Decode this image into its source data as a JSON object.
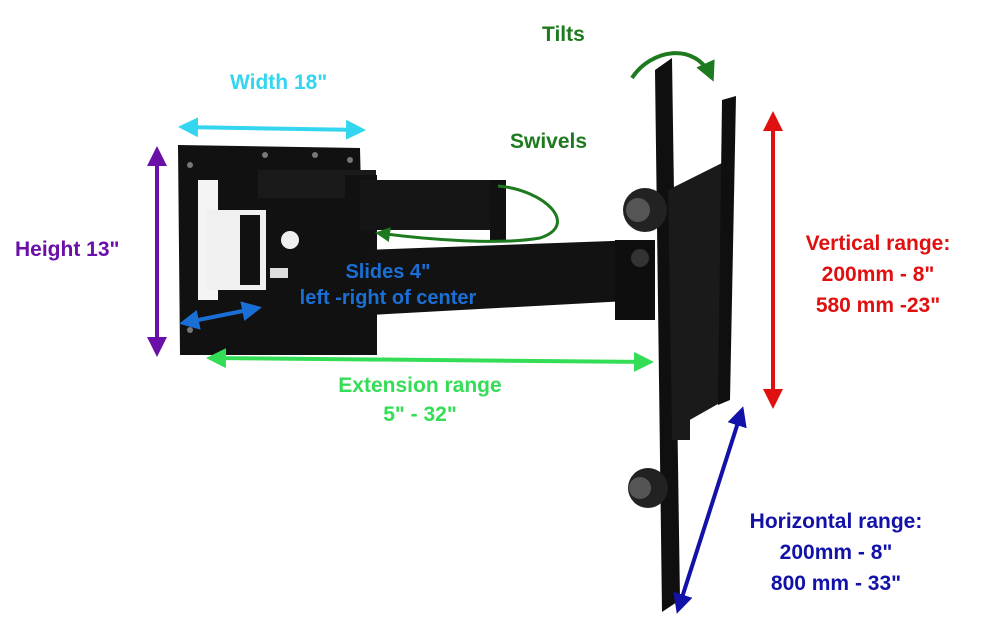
{
  "labels": {
    "width": "Width 18\"",
    "height": "Height 13\"",
    "tilts": "Tilts",
    "swivels": "Swivels",
    "slides_line1": "Slides 4\"",
    "slides_line2": "left -right of center",
    "extension_line1": "Extension range",
    "extension_line2": "5\" - 32\"",
    "vertical_line1": "Vertical range:",
    "vertical_line2": "200mm - 8\"",
    "vertical_line3": "580 mm -23\"",
    "horizontal_line1": "Horizontal range:",
    "horizontal_line2": "200mm - 8\"",
    "horizontal_line3": "800 mm - 33\""
  },
  "colors": {
    "width": "#33d6ee",
    "height": "#6a0fa8",
    "tilts": "#1e7a1e",
    "swivels": "#1e7a1e",
    "slides": "#1a6fd6",
    "extension": "#33dd55",
    "vertical": "#e01010",
    "horizontal": "#1212a8",
    "mount": "#111111"
  }
}
